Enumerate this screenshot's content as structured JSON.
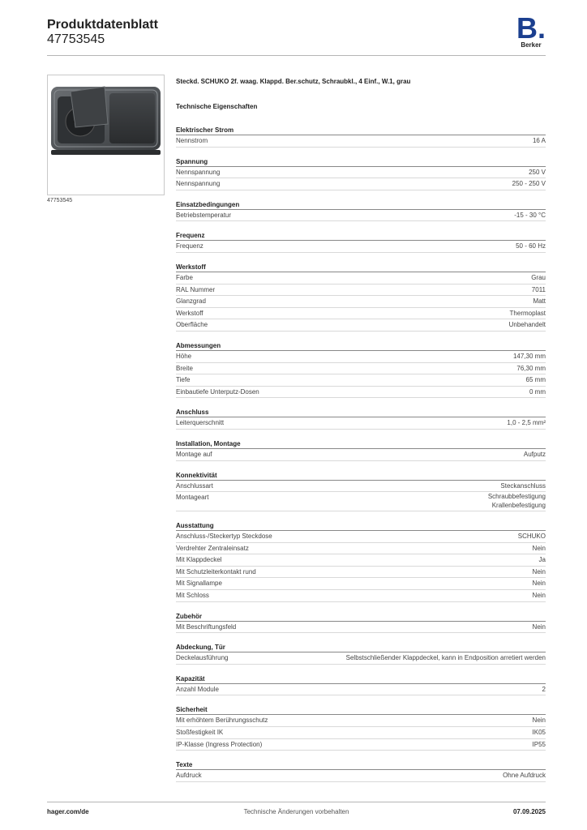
{
  "header": {
    "title": "Produktdatenblatt",
    "number": "47753545",
    "logo_mark": "B.",
    "logo_text": "Berker"
  },
  "product": {
    "image_caption": "47753545",
    "description": "Steckd. SCHUKO 2f. waag. Klappd. Ber.schutz, Schraubkl., 4 Einf., W.1, grau"
  },
  "section_title": "Technische Eigenschaften",
  "groups": [
    {
      "title": "Elektrischer Strom",
      "rows": [
        {
          "label": "Nennstrom",
          "value": "16 A"
        }
      ]
    },
    {
      "title": "Spannung",
      "rows": [
        {
          "label": "Nennspannung",
          "value": "250 V"
        },
        {
          "label": "Nennspannung",
          "value": "250 - 250 V"
        }
      ]
    },
    {
      "title": "Einsatzbedingungen",
      "rows": [
        {
          "label": "Betriebstemperatur",
          "value": "-15 - 30 °C"
        }
      ]
    },
    {
      "title": "Frequenz",
      "rows": [
        {
          "label": "Frequenz",
          "value": "50 - 60 Hz"
        }
      ]
    },
    {
      "title": "Werkstoff",
      "rows": [
        {
          "label": "Farbe",
          "value": "Grau"
        },
        {
          "label": "RAL Nummer",
          "value": "7011"
        },
        {
          "label": "Glanzgrad",
          "value": "Matt"
        },
        {
          "label": "Werkstoff",
          "value": "Thermoplast"
        },
        {
          "label": "Oberfläche",
          "value": "Unbehandelt"
        }
      ]
    },
    {
      "title": "Abmessungen",
      "rows": [
        {
          "label": "Höhe",
          "value": "147,30 mm"
        },
        {
          "label": "Breite",
          "value": "76,30 mm"
        },
        {
          "label": "Tiefe",
          "value": "65 mm"
        },
        {
          "label": "Einbautiefe Unterputz-Dosen",
          "value": "0 mm"
        }
      ]
    },
    {
      "title": "Anschluss",
      "rows": [
        {
          "label": "Leiterquerschnitt",
          "value": "1,0 - 2,5 mm²"
        }
      ]
    },
    {
      "title": "Installation, Montage",
      "rows": [
        {
          "label": "Montage auf",
          "value": "Aufputz"
        }
      ]
    },
    {
      "title": "Konnektivität",
      "rows": [
        {
          "label": "Anschlussart",
          "value": "Steckanschluss"
        },
        {
          "label": "Montageart",
          "value": "Schraubbefestigung",
          "value2": "Krallenbefestigung"
        }
      ]
    },
    {
      "title": "Ausstattung",
      "rows": [
        {
          "label": "Anschluss-/Steckertyp Steckdose",
          "value": "SCHUKO"
        },
        {
          "label": "Verdrehter Zentraleinsatz",
          "value": "Nein"
        },
        {
          "label": "Mit Klappdeckel",
          "value": "Ja"
        },
        {
          "label": "Mit Schutzleiterkontakt rund",
          "value": "Nein"
        },
        {
          "label": "Mit Signallampe",
          "value": "Nein"
        },
        {
          "label": "Mit Schloss",
          "value": "Nein"
        }
      ]
    },
    {
      "title": "Zubehör",
      "rows": [
        {
          "label": "Mit Beschriftungsfeld",
          "value": "Nein"
        }
      ]
    },
    {
      "title": "Abdeckung, Tür",
      "rows": [
        {
          "label": "Deckelausführung",
          "value": "Selbstschließender Klappdeckel, kann in Endposition arretiert werden"
        }
      ]
    },
    {
      "title": "Kapazität",
      "rows": [
        {
          "label": "Anzahl Module",
          "value": "2"
        }
      ]
    },
    {
      "title": "Sicherheit",
      "rows": [
        {
          "label": "Mit erhöhtem Berührungsschutz",
          "value": "Nein"
        },
        {
          "label": "Stoßfestigkeit IK",
          "value": "IK05"
        },
        {
          "label": "IP-Klasse (Ingress Protection)",
          "value": "IP55"
        }
      ]
    },
    {
      "title": "Texte",
      "rows": [
        {
          "label": "Aufdruck",
          "value": "Ohne Aufdruck"
        }
      ]
    }
  ],
  "footer": {
    "left": "hager.com/de",
    "center": "Technische Änderungen vorbehalten",
    "right": "07.09.2025"
  }
}
